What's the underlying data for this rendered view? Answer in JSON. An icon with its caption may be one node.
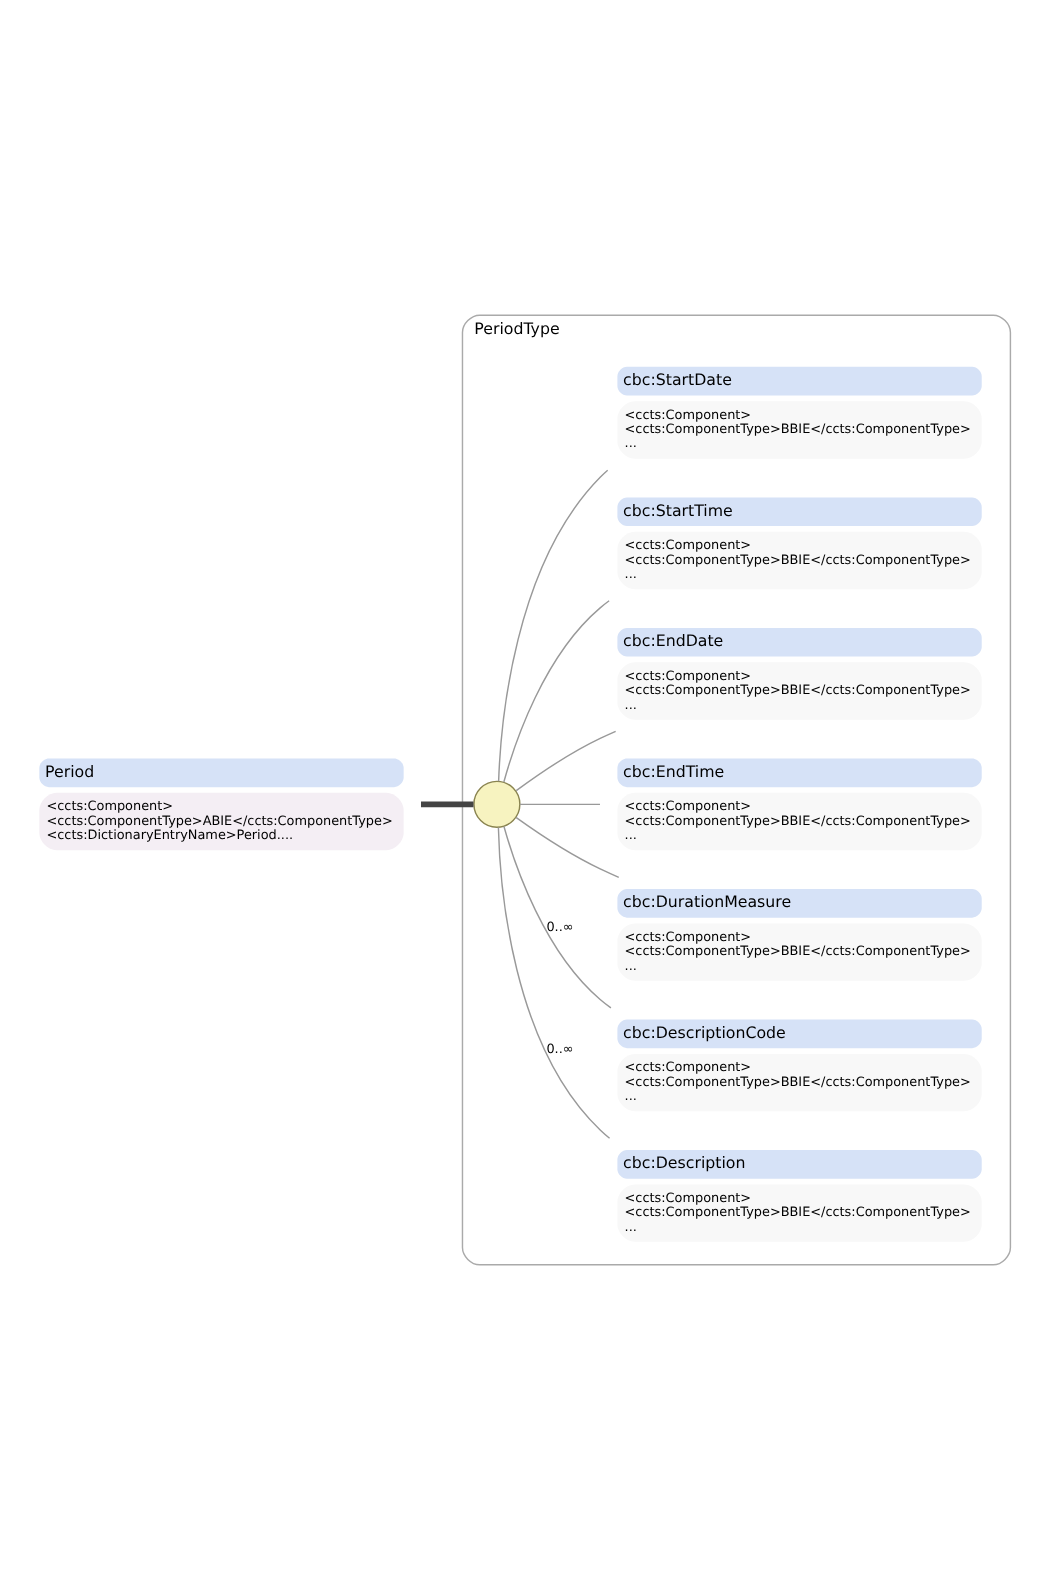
{
  "diagram": {
    "nodes": [
      {
        "text": [
          "Period",
          "<ccts:Component> <ccts:ComponentType>ABIE</ccts:ComponentType> <ccts:DictionaryEntryName>Period...."
        ]
      },
      {
        "text": [
          "PeriodType"
        ]
      },
      {
        "text": [],
        "shape": "circle",
        "in": 1
      },
      {
        "text": [
          "cbc:StartDate",
          "<ccts:Component> <ccts:ComponentType>BBIE</ccts:ComponentType> ..."
        ],
        "in": 1
      },
      {
        "text": [
          "cbc:StartTime",
          "<ccts:Component> <ccts:ComponentType>BBIE</ccts:ComponentType> ..."
        ],
        "in": 1
      },
      {
        "text": [
          "cbc:EndDate",
          "<ccts:Component> <ccts:ComponentType>BBIE</ccts:ComponentType> ..."
        ],
        "in": 1
      },
      {
        "text": [
          "cbc:EndTime",
          "<ccts:Component> <ccts:ComponentType>BBIE</ccts:ComponentType> ..."
        ],
        "in": 1
      },
      {
        "text": [
          "cbc:DurationMeasure",
          "<ccts:Component> <ccts:ComponentType>BBIE</ccts:ComponentType> ..."
        ],
        "in": 1
      },
      {
        "text": [
          "cbc:DescriptionCode",
          "<ccts:Component> <ccts:ComponentType>BBIE</ccts:ComponentType> ..."
        ],
        "in": 1
      },
      {
        "text": [
          "cbc:Description",
          "<ccts:Component> <ccts:ComponentType>BBIE</ccts:ComponentType> ..."
        ],
        "in": 1
      }
    ],
    "edges": [
      {
        "from": 0,
        "to": 2,
        "arrow": "none",
        "style": "thick"
      },
      {
        "from": 2,
        "to": 3,
        "arrow": "none"
      },
      {
        "from": 2,
        "to": 4,
        "arrow": "none"
      },
      {
        "from": 2,
        "to": 5,
        "arrow": "none"
      },
      {
        "from": 2,
        "to": 6,
        "arrow": "none"
      },
      {
        "from": 2,
        "to": 7,
        "arrow": "none"
      },
      {
        "from": 2,
        "to": 8,
        "arrow": "none",
        "label": "0..∞"
      },
      {
        "from": 2,
        "to": 9,
        "arrow": "none",
        "label": "0..∞"
      }
    ]
  }
}
